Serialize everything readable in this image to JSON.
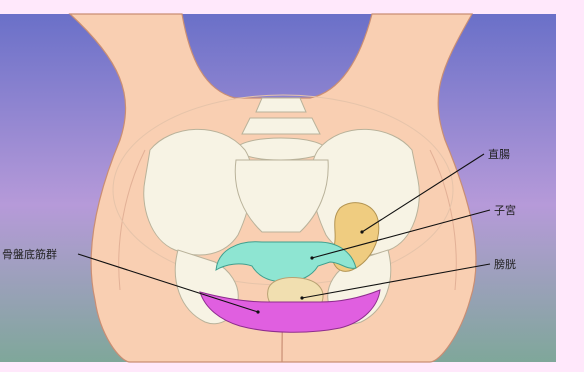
{
  "labels": {
    "rectum": "直腸",
    "uterus": "子宮",
    "bladder": "膀胱",
    "pelvic_floor": "骨盤底筋群"
  },
  "colors": {
    "border": "#ffe8fb",
    "sky_top": "#6a70c8",
    "sky_mid": "#b69ad9",
    "sky_bottom": "#7fa79a",
    "skin": "#f9cfb2",
    "skin_outline": "#c98e74",
    "bone": "#f7f3e4",
    "bone_outline": "#b9b29a",
    "rectum": "#efcc80",
    "uterus": "#8ee5d2",
    "bladder": "#f1dfb0",
    "pelvic_floor": "#e05fe0",
    "leader_line": "#111111"
  }
}
